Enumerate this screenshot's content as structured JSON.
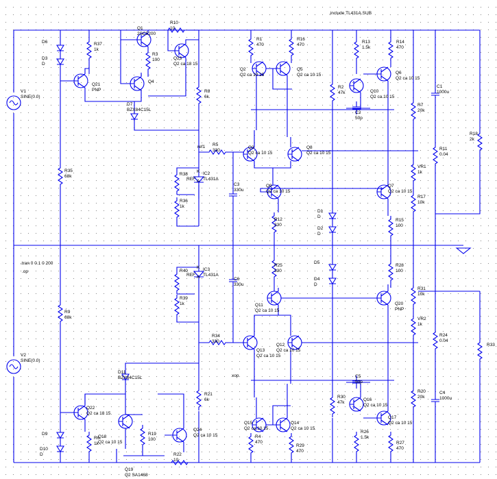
{
  "directive_include": ".include TL431A.SUB",
  "directive_tran": ".tran 0 0.1 0 200",
  "directive_op": ".op",
  "net_labels": {
    "ref1": "ref1",
    "xop": "xop"
  },
  "sources": [
    {
      "id": "V1",
      "label": "V1",
      "value": "SINE(0 0)"
    },
    {
      "id": "V2",
      "label": "V2",
      "value": "SINE(0 0)"
    }
  ],
  "resistors": [
    {
      "id": "R37",
      "label": "R37",
      "value": "1k"
    },
    {
      "id": "R10",
      "label": "R10",
      "value": "10"
    },
    {
      "id": "R3",
      "label": "R3",
      "value": "100"
    },
    {
      "id": "R8",
      "label": "R8",
      "value": "6k"
    },
    {
      "id": "R1",
      "label": "R1",
      "value": "470"
    },
    {
      "id": "R16",
      "label": "R16",
      "value": "470"
    },
    {
      "id": "R13",
      "label": "R13",
      "value": "1.5k"
    },
    {
      "id": "R14",
      "label": "R14",
      "value": "470"
    },
    {
      "id": "R2",
      "label": "R2",
      "value": "47k"
    },
    {
      "id": "R7",
      "label": "R7",
      "value": "20k"
    },
    {
      "id": "R18",
      "label": "R18",
      "value": "2k"
    },
    {
      "id": "R11",
      "label": "R11",
      "value": "0.04"
    },
    {
      "id": "R5",
      "label": "R5",
      "value": "330"
    },
    {
      "id": "R35",
      "label": "R35",
      "value": "68k"
    },
    {
      "id": "R38",
      "label": "R38",
      "value": ""
    },
    {
      "id": "R36",
      "label": "R36",
      "value": "1k"
    },
    {
      "id": "VR1",
      "label": "VR1",
      "value": "1k"
    },
    {
      "id": "R17",
      "label": "R17",
      "value": "10k"
    },
    {
      "id": "R12",
      "label": "R12",
      "value": "330"
    },
    {
      "id": "R15",
      "label": "R15",
      "value": "100"
    },
    {
      "id": "R25",
      "label": "R25",
      "value": "330"
    },
    {
      "id": "R28",
      "label": "R28",
      "value": "100"
    },
    {
      "id": "R40",
      "label": "R40",
      "value": ""
    },
    {
      "id": "R39",
      "label": "R39",
      "value": "1k"
    },
    {
      "id": "R31",
      "label": "R31",
      "value": "10k"
    },
    {
      "id": "R9",
      "label": "R9",
      "value": "68k"
    },
    {
      "id": "VR2",
      "label": "VR2",
      "value": "1k"
    },
    {
      "id": "R24",
      "label": "R24",
      "value": "0.04"
    },
    {
      "id": "R33",
      "label": "R33",
      "value": ""
    },
    {
      "id": "R34",
      "label": "R34",
      "value": "330"
    },
    {
      "id": "R21",
      "label": "R21",
      "value": "6k"
    },
    {
      "id": "R30",
      "label": "R30",
      "value": "47k"
    },
    {
      "id": "R20",
      "label": "R20",
      "value": "20k"
    },
    {
      "id": "R6",
      "label": "R6",
      "value": "1k"
    },
    {
      "id": "R19",
      "label": "R19",
      "value": "100"
    },
    {
      "id": "R22",
      "label": "R22",
      "value": "10"
    },
    {
      "id": "R4",
      "label": "R4",
      "value": "470"
    },
    {
      "id": "R29",
      "label": "R29",
      "value": "470"
    },
    {
      "id": "R26",
      "label": "R26",
      "value": "1.5k"
    },
    {
      "id": "R27",
      "label": "R27",
      "value": "470"
    }
  ],
  "capacitors": [
    {
      "id": "C1",
      "label": "C1",
      "value": "1000u"
    },
    {
      "id": "C2",
      "label": "C2",
      "value": "50p"
    },
    {
      "id": "C3",
      "label": "C3",
      "value": "330u"
    },
    {
      "id": "C6",
      "label": "C6",
      "value": "330u"
    },
    {
      "id": "C5",
      "label": "C5",
      "value": "50p"
    },
    {
      "id": "C4",
      "label": "C4",
      "value": "1000u"
    }
  ],
  "diodes": [
    {
      "id": "D6",
      "label": "D6",
      "model": ""
    },
    {
      "id": "D3",
      "label": "D3",
      "model": "D"
    },
    {
      "id": "D7",
      "label": "D7",
      "model": "BZX84C15L"
    },
    {
      "id": "D1",
      "label": "D1",
      "model": "D"
    },
    {
      "id": "D2",
      "label": "D2",
      "model": "D"
    },
    {
      "id": "D5",
      "label": "D5",
      "model": ""
    },
    {
      "id": "D4",
      "label": "D4",
      "model": "D"
    },
    {
      "id": "D11",
      "label": "D11",
      "model": "BZX84C15L"
    },
    {
      "id": "D9",
      "label": "D9",
      "model": ""
    },
    {
      "id": "D10",
      "label": "D10",
      "model": "D"
    }
  ],
  "transistors": [
    {
      "id": "Q1",
      "label": "Q1",
      "model": "2SC5200"
    },
    {
      "id": "Q23",
      "label": "Q23",
      "model": "Q2 ca 18 15"
    },
    {
      "id": "Q21",
      "label": "Q21",
      "model": "PNP"
    },
    {
      "id": "Q4",
      "label": "Q4",
      "model": ""
    },
    {
      "id": "Q2",
      "label": "Q2",
      "model": "Q2 ca 10 15"
    },
    {
      "id": "Q5",
      "label": "Q5",
      "model": "Q2 ca 10 15"
    },
    {
      "id": "Q6",
      "label": "Q6",
      "model": "Q2 ca 10 15"
    },
    {
      "id": "Q10",
      "label": "Q10",
      "model": "Q2 ca 10 15"
    },
    {
      "id": "Q3",
      "label": "Q3",
      "model": "Q2 ca 10 15"
    },
    {
      "id": "Q8",
      "label": "Q8",
      "model": "Q2 ca 10 15"
    },
    {
      "id": "Q9",
      "label": "Q9",
      "model": "Q2 ca 10 15"
    },
    {
      "id": "Q7",
      "label": "Q7",
      "model": "Q2 ca 10 15"
    },
    {
      "id": "Q11",
      "label": "Q11",
      "model": "Q2 ca 10 15"
    },
    {
      "id": "Q20",
      "label": "Q20",
      "model": "PNP"
    },
    {
      "id": "Q13",
      "label": "Q13",
      "model": "Q2 ca 10 15"
    },
    {
      "id": "Q12",
      "label": "Q12",
      "model": "Q2 ca 10 15"
    },
    {
      "id": "Q22",
      "label": "Q22",
      "model": "Q2 ca 18 15"
    },
    {
      "id": "Q18",
      "label": "Q18",
      "model": "Q2 ca 10 15"
    },
    {
      "id": "Q24",
      "label": "Q24",
      "model": "Q2 ca 10 15"
    },
    {
      "id": "Q19",
      "label": "Q19",
      "model": "Q2 SA1468"
    },
    {
      "id": "Q15",
      "label": "Q15",
      "model": "Q2 ca 10 15"
    },
    {
      "id": "Q14",
      "label": "Q14",
      "model": "Q2 ca 10 15"
    },
    {
      "id": "Q16",
      "label": "Q16",
      "model": "Q2 ca 10 15"
    },
    {
      "id": "Q17",
      "label": "Q17",
      "model": "Q2 ca 10 15"
    }
  ],
  "regulators": [
    {
      "id": "IC2",
      "label": "IC2",
      "model": "TL431A",
      "pin_ref": "REF",
      "pin_k": "K",
      "pin_a": "A"
    },
    {
      "id": "IC3",
      "label": "IC3",
      "model": "TL431A",
      "pin_ref": "REF",
      "pin_k": "K",
      "pin_a": "A"
    }
  ]
}
